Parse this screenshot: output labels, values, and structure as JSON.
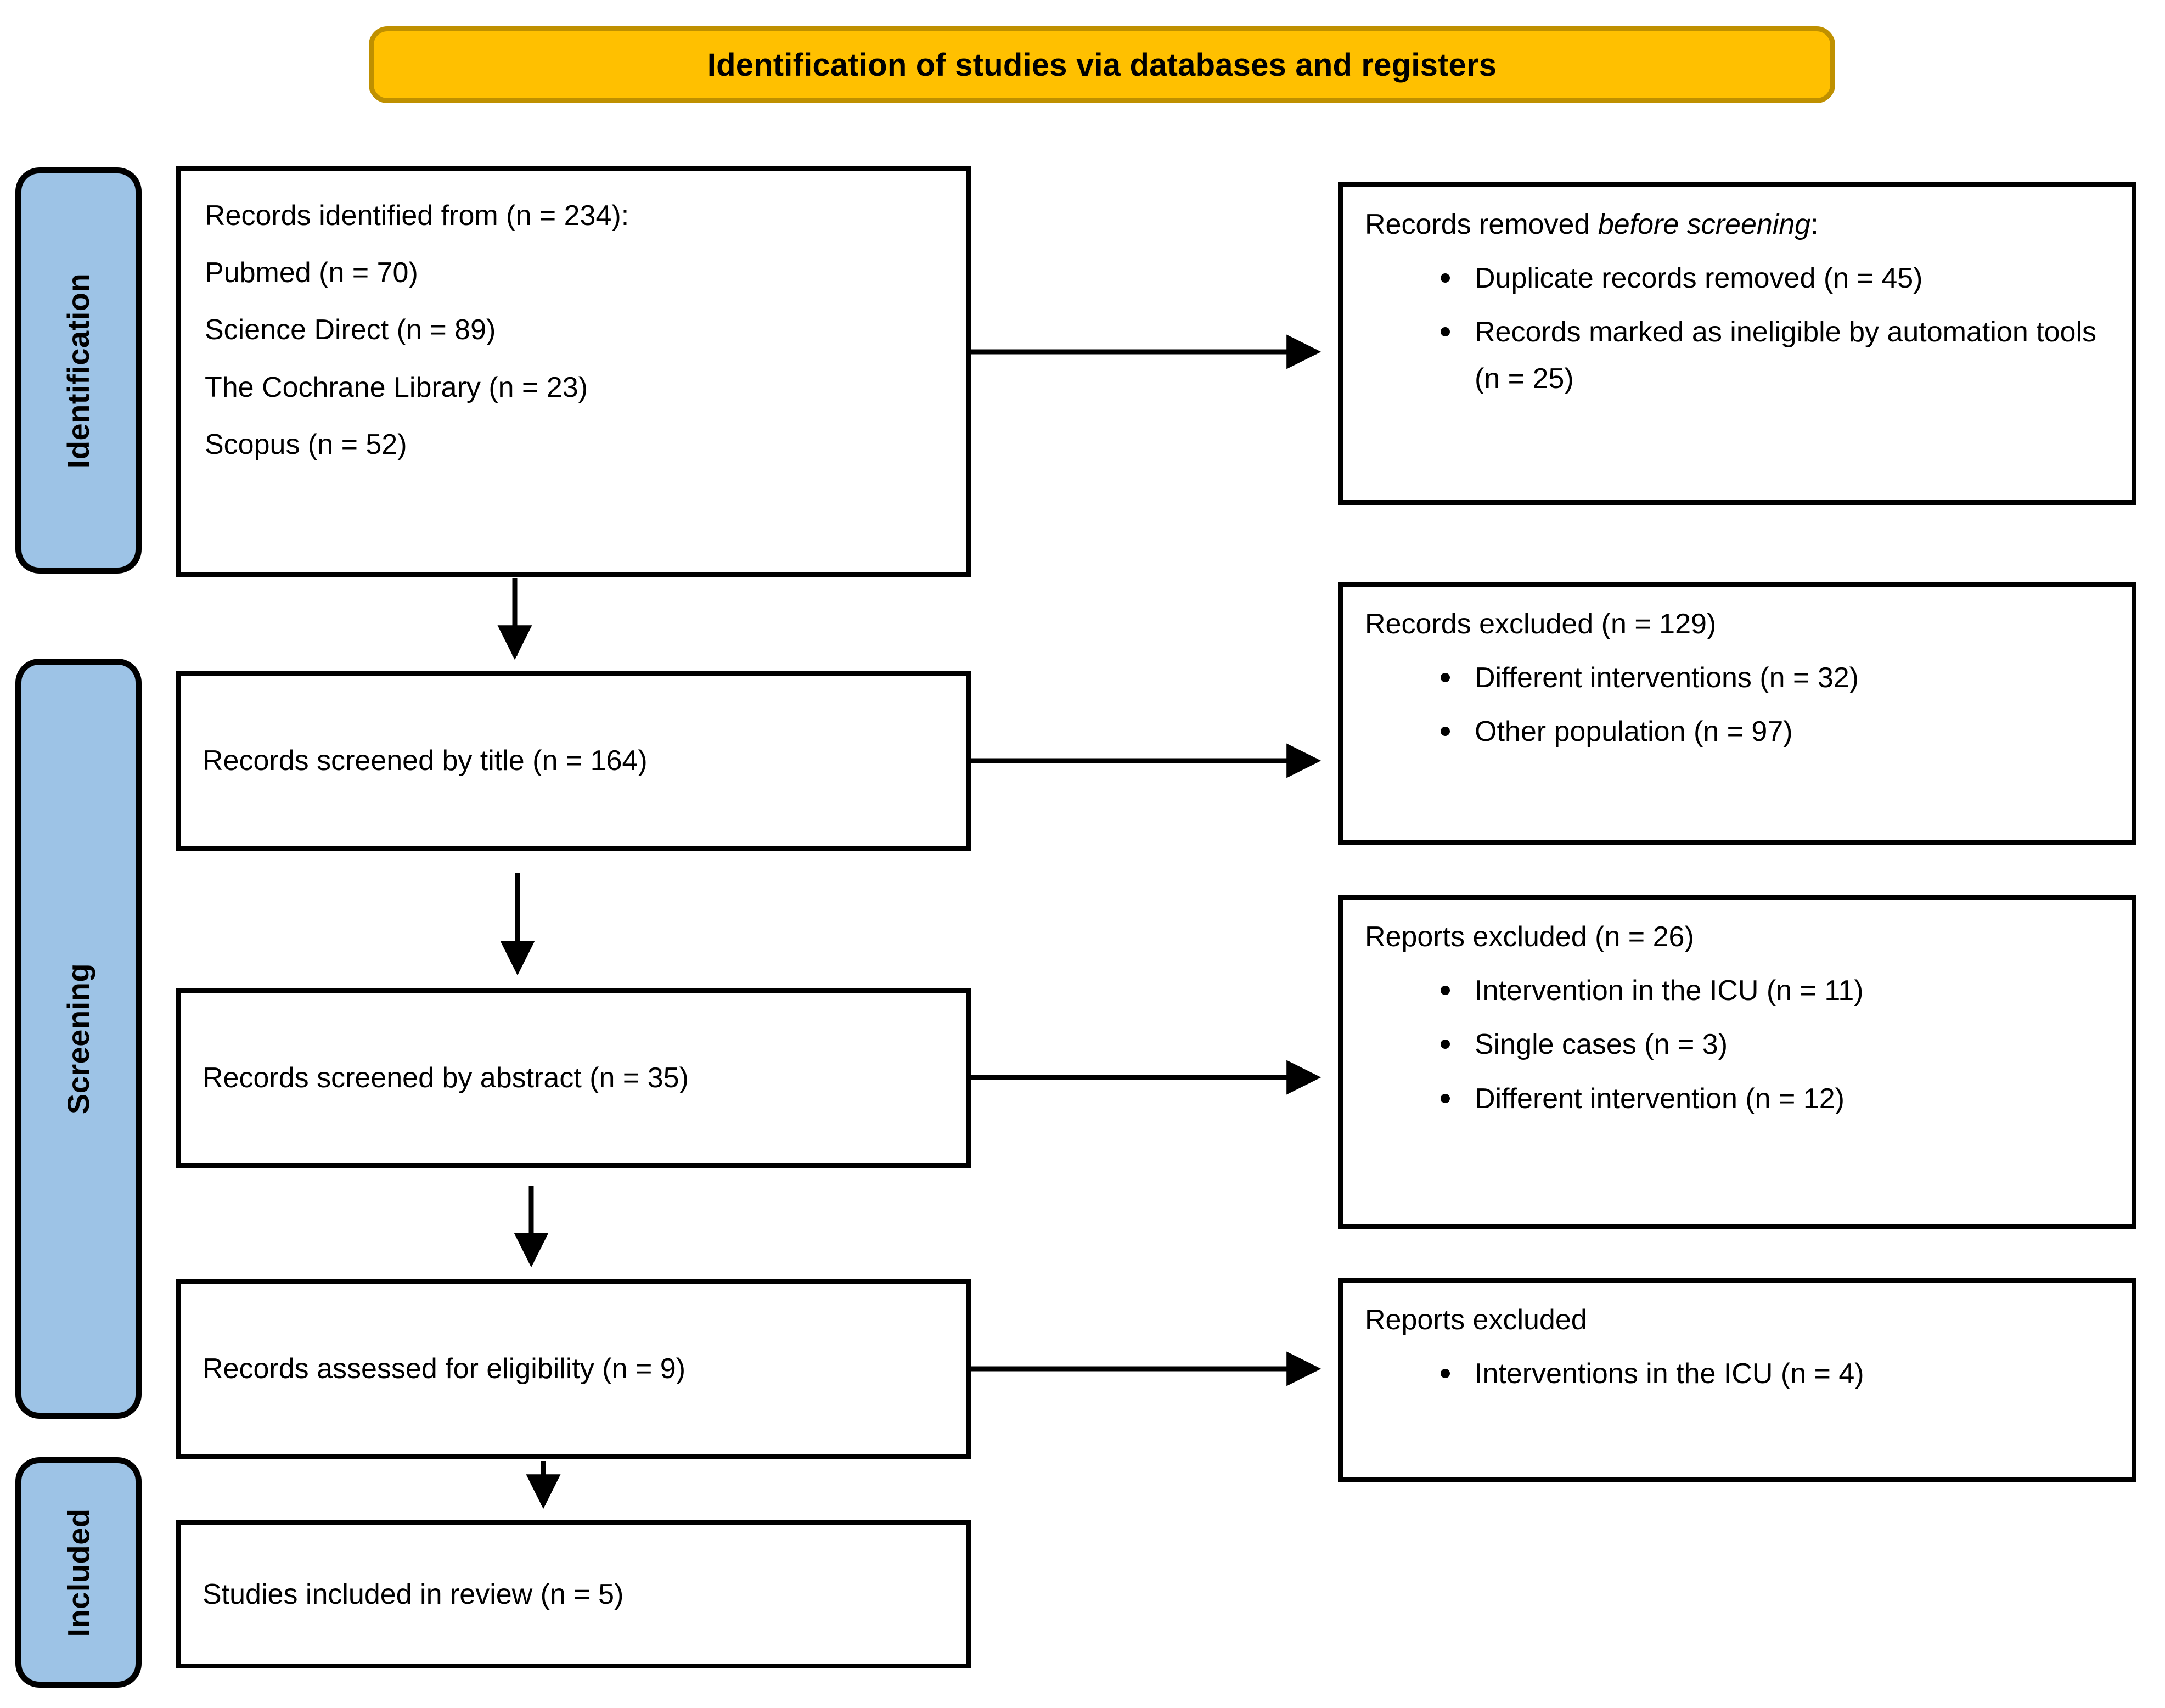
{
  "header": {
    "title": "Identification of studies via databases and registers",
    "fill_color": "#FFC000",
    "border_color": "#BF9000"
  },
  "stages": [
    {
      "id": "identification",
      "label": "Identification",
      "fill_color": "#9DC3E6"
    },
    {
      "id": "screening",
      "label": "Screening",
      "fill_color": "#9DC3E6"
    },
    {
      "id": "included",
      "label": "Included",
      "fill_color": "#9DC3E6"
    }
  ],
  "boxes": {
    "identified": {
      "lines": [
        "Records identified from (n = 234):",
        "Pubmed (n = 70)",
        "Science Direct (n = 89)",
        "The Cochrane Library (n = 23)",
        "Scopus (n = 52)"
      ]
    },
    "removed_before_screening": {
      "heading_prefix": "Records removed ",
      "heading_italic": "before screening",
      "heading_suffix": ":",
      "bullets": [
        "Duplicate records removed   (n = 45)",
        "Records marked as ineligible by automation tools (n = 25)"
      ]
    },
    "screened_title": {
      "text": "Records screened by title (n = 164)"
    },
    "records_excluded_129": {
      "heading": "Records excluded (n = 129)",
      "bullets": [
        "Different interventions (n = 32)",
        "Other population (n = 97)"
      ]
    },
    "screened_abstract": {
      "text": "Records screened by abstract (n = 35)"
    },
    "reports_excluded_26": {
      "heading": "Reports excluded (n = 26)",
      "bullets": [
        "Intervention in the ICU (n = 11)",
        "Single cases (n = 3)",
        "Different intervention (n = 12)"
      ]
    },
    "assessed_eligibility": {
      "text": "Records assessed for eligibility (n = 9)"
    },
    "reports_excluded_4": {
      "heading": "Reports excluded",
      "bullets": [
        "Interventions in the ICU (n = 4)"
      ]
    },
    "studies_included": {
      "text": "Studies included in review (n = 5)"
    }
  },
  "chart_data": {
    "type": "diagram",
    "title": "Identification of studies via databases and registers",
    "diagram_kind": "PRISMA 2020 flow diagram",
    "nodes": [
      {
        "stage": "Identification",
        "label": "Records identified from",
        "n": 234,
        "sources": [
          {
            "name": "Pubmed",
            "n": 70
          },
          {
            "name": "Science Direct",
            "n": 89
          },
          {
            "name": "The Cochrane Library",
            "n": 23
          },
          {
            "name": "Scopus",
            "n": 52
          }
        ]
      },
      {
        "stage": "Identification",
        "label": "Records removed before screening",
        "items": [
          {
            "name": "Duplicate records removed",
            "n": 45
          },
          {
            "name": "Records marked as ineligible by automation tools",
            "n": 25
          }
        ]
      },
      {
        "stage": "Screening",
        "label": "Records screened by title",
        "n": 164
      },
      {
        "stage": "Screening",
        "label": "Records excluded",
        "n": 129,
        "items": [
          {
            "name": "Different interventions",
            "n": 32
          },
          {
            "name": "Other population",
            "n": 97
          }
        ]
      },
      {
        "stage": "Screening",
        "label": "Records screened by abstract",
        "n": 35
      },
      {
        "stage": "Screening",
        "label": "Reports excluded",
        "n": 26,
        "items": [
          {
            "name": "Intervention in the ICU",
            "n": 11
          },
          {
            "name": "Single cases",
            "n": 3
          },
          {
            "name": "Different intervention",
            "n": 12
          }
        ]
      },
      {
        "stage": "Screening",
        "label": "Records assessed for eligibility",
        "n": 9
      },
      {
        "stage": "Screening",
        "label": "Reports excluded",
        "items": [
          {
            "name": "Interventions in the ICU",
            "n": 4
          }
        ]
      },
      {
        "stage": "Included",
        "label": "Studies included in review",
        "n": 5
      }
    ],
    "edges": [
      {
        "from": "Records identified from",
        "to": "Records removed before screening",
        "direction": "right"
      },
      {
        "from": "Records identified from",
        "to": "Records screened by title",
        "direction": "down"
      },
      {
        "from": "Records screened by title",
        "to": "Records excluded",
        "direction": "right"
      },
      {
        "from": "Records screened by title",
        "to": "Records screened by abstract",
        "direction": "down"
      },
      {
        "from": "Records screened by abstract",
        "to": "Reports excluded (n = 26)",
        "direction": "right"
      },
      {
        "from": "Records screened by abstract",
        "to": "Records assessed for eligibility",
        "direction": "down"
      },
      {
        "from": "Records assessed for eligibility",
        "to": "Reports excluded",
        "direction": "right"
      },
      {
        "from": "Records assessed for eligibility",
        "to": "Studies included in review",
        "direction": "down"
      }
    ]
  }
}
